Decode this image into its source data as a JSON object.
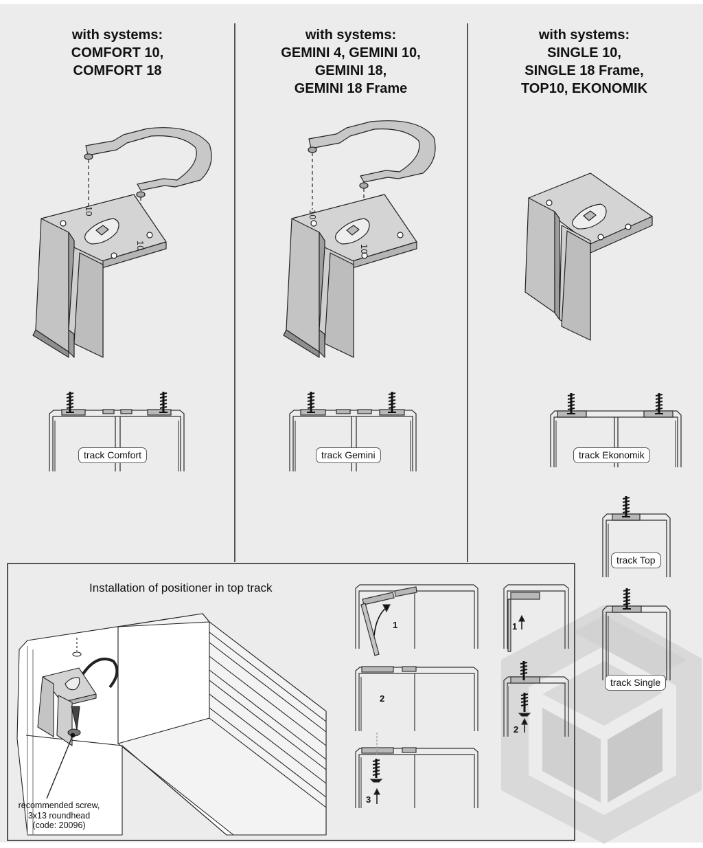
{
  "headers": [
    {
      "lines": [
        "with systems:",
        "COMFORT 10,",
        "COMFORT 18"
      ]
    },
    {
      "lines": [
        "with systems:",
        "GEMINI 4, GEMINI 10,",
        "GEMINI 18,",
        "GEMINI 18 Frame"
      ]
    },
    {
      "lines": [
        "with systems:",
        "SINGLE 10,",
        "SINGLE 18 Frame,",
        "TOP10, EKONOMIK"
      ]
    }
  ],
  "bracket_marks": [
    "10",
    "10"
  ],
  "tracks": {
    "comfort": "track Comfort",
    "gemini": "track Gemini",
    "ekonomik": "track Ekonomik",
    "top": "track Top",
    "single": "track Single"
  },
  "installation": {
    "title": "Installation of positioner in top track",
    "screw_note": [
      "recommended screw,",
      "3x13 roundhead",
      "(code: 20096)"
    ],
    "steps": {
      "rotate": "1",
      "seat": "2",
      "screw": "3",
      "side_lift": "1",
      "side_screw": "2"
    }
  },
  "colors": {
    "panel": "#ececec",
    "part": "#c8c8c8",
    "part_dark": "#a9a9a9",
    "line": "#222222",
    "watermark": "#d9d9d9"
  }
}
